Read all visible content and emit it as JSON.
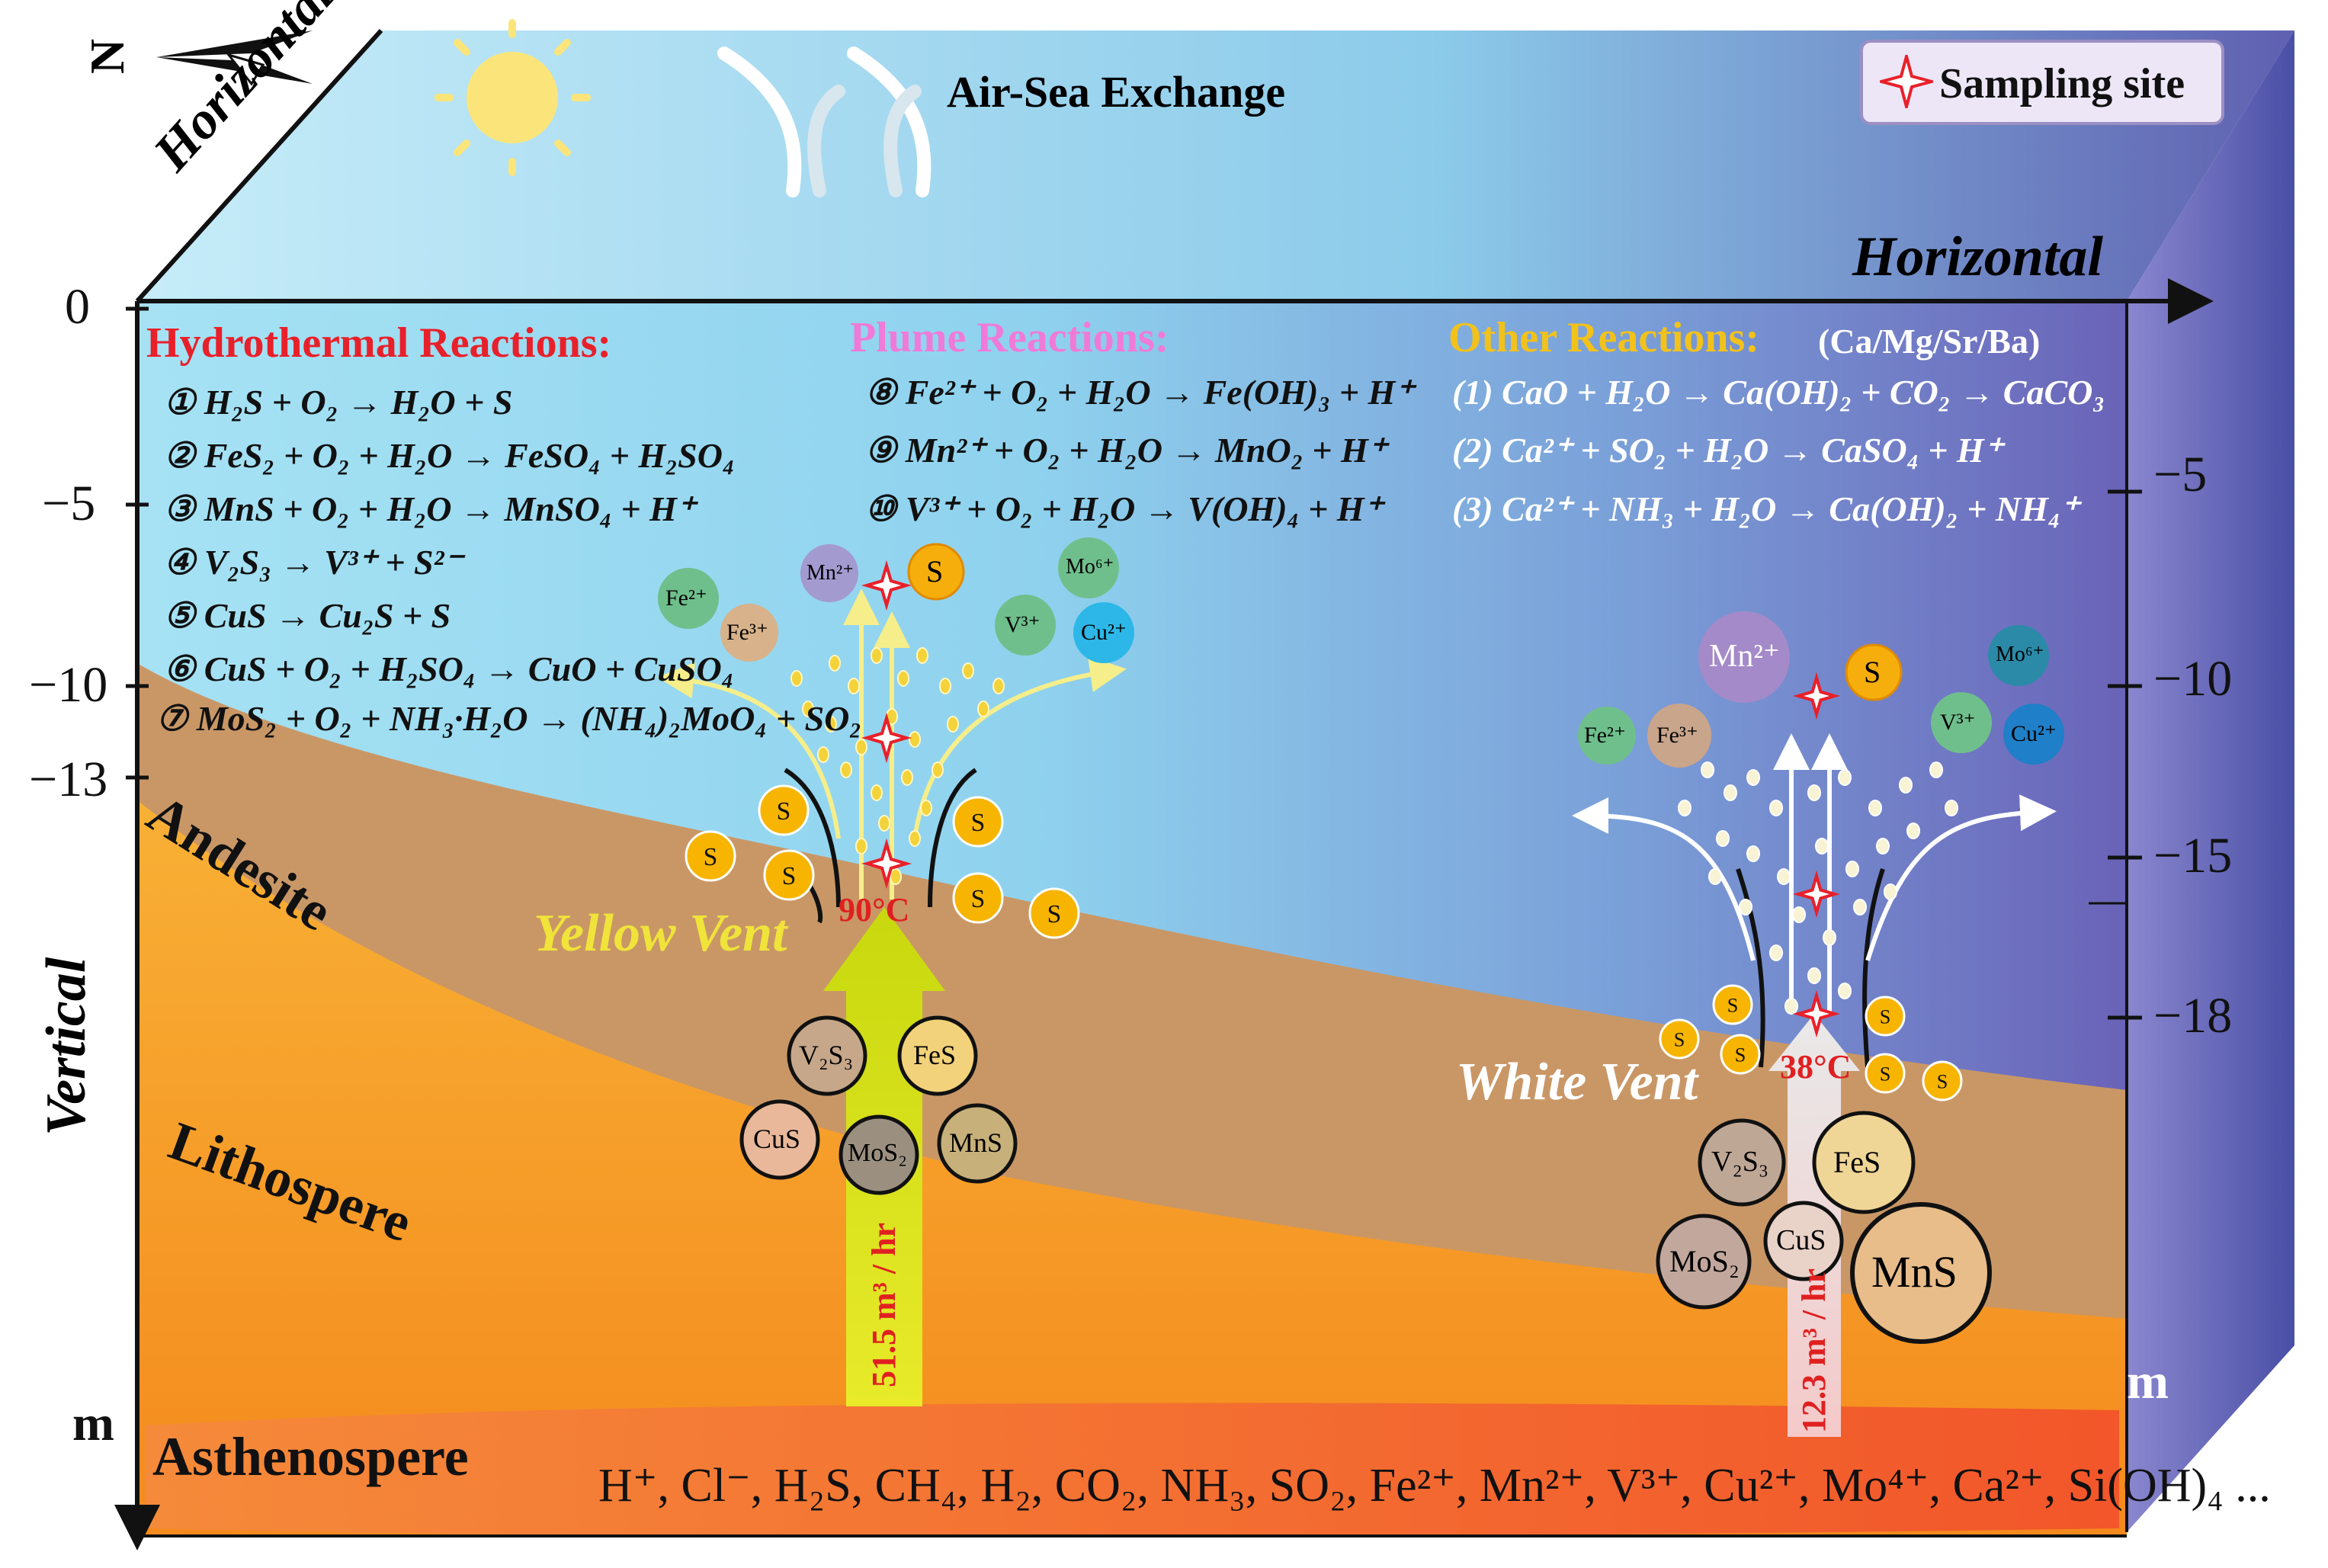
{
  "compass": {
    "north_label": "N"
  },
  "top_face": {
    "axis_label_left": "Horizontal",
    "air_sea_label": "Air-Sea Exchange"
  },
  "legend": {
    "label": "Sampling site"
  },
  "axes": {
    "horizontal_label": "Horizontal",
    "vertical_label": "Vertical",
    "left_ticks": [
      "0",
      "−5",
      "−10",
      "−13"
    ],
    "left_unit": "m",
    "right_ticks": [
      "−5",
      "−10",
      "−15",
      "−18"
    ],
    "right_unit": "m"
  },
  "hydrothermal": {
    "title": "Hydrothermal Reactions:",
    "items": [
      "① H₂S + O₂ → H₂O + S",
      "② FeS₂ + O₂ + H₂O → FeSO₄ + H₂SO₄",
      "③ MnS + O₂ + H₂O → MnSO₄ + H⁺",
      "④ V₂S₃ → V³⁺ + S²⁻",
      "⑤ CuS → Cu₂S + S",
      "⑥ CuS + O₂ + H₂SO₄ → CuO + CuSO₄",
      "⑦ MoS₂ + O₂ + NH₃·H₂O → (NH₄)₂MoO₄ + SO₂"
    ]
  },
  "plume": {
    "title": "Plume Reactions:",
    "items": [
      "⑧ Fe²⁺ + O₂ + H₂O → Fe(OH)₃ + H⁺",
      "⑨ Mn²⁺ + O₂ + H₂O → MnO₂ + H⁺",
      "⑩ V³⁺ + O₂ + H₂O → V(OH)₄ + H⁺"
    ]
  },
  "other": {
    "title": "Other Reactions:",
    "subtitle": "(Ca/Mg/Sr/Ba)",
    "items": [
      "(1) CaO + H₂O → Ca(OH)₂ + CO₂ → CaCO₃",
      "(2) Ca²⁺ + SO₂ + H₂O → CaSO₄ + H⁺",
      "(3) Ca²⁺ + NH₃ + H₂O → Ca(OH)₂ + NH₄⁺"
    ]
  },
  "layers": {
    "andesite": "Andesite",
    "lithosphere": "Lithospere",
    "asthenosphere": "Asthenospere"
  },
  "yellow_vent": {
    "label": "Yellow Vent",
    "temperature": "90°C",
    "flux": "51.5 m³ / hr",
    "s_label": "S",
    "minerals": [
      "V₂S₃",
      "FeS",
      "CuS",
      "MoS₂",
      "MnS"
    ],
    "ions": [
      "Fe²⁺",
      "Fe³⁺",
      "Mn²⁺",
      "S",
      "V³⁺",
      "Mo⁶⁺",
      "Cu²⁺"
    ]
  },
  "white_vent": {
    "label": "White Vent",
    "temperature": "38°C",
    "flux": "12.3 m³ / hr",
    "s_label": "S",
    "minerals": [
      "V₂S₃",
      "FeS",
      "CuS",
      "MoS₂",
      "MnS"
    ],
    "ions": [
      "Fe²⁺",
      "Fe³⁺",
      "Mn²⁺",
      "S",
      "V³⁺",
      "Mo⁶⁺",
      "Cu²⁺"
    ]
  },
  "fluid_components": "H⁺, Cl⁻, H₂S, CH₄, H₂, CO₂, NH₃, SO₂, Fe²⁺, Mn²⁺, V³⁺, Cu²⁺, Mo⁴⁺, Ca²⁺, Si(OH)₄ ...",
  "colors": {
    "sky_top": "#7fd3ee",
    "sea_right": "#6a6fc0",
    "andesite": "#c99766",
    "lithosphere": "#f5a02a",
    "asthenosphere": "#f36a2a",
    "s_bubble": "#f7b400",
    "yellow_vent": "#d4df18",
    "reaction_red": "#e8202a",
    "reaction_pink": "#f07ad8",
    "reaction_yellow": "#f2c21b"
  }
}
